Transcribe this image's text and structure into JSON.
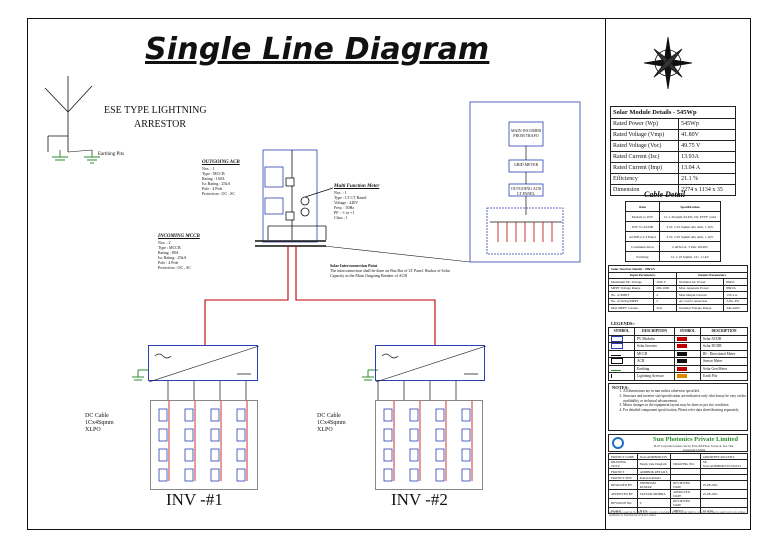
{
  "title": "Single Line Diagram",
  "arrestor": {
    "label_line1": "ESE TYPE LIGHTNING",
    "label_line2": "ARRESTOR",
    "earthing": "Earthing Pits"
  },
  "outgoing_acb": {
    "heading": "OUTGOING ACB",
    "rows": [
      "Nos.  : 1",
      "Type  : MCCB",
      "Rating  : 160A",
      "Isc Rating : 25kA",
      "Pole  : 4 Pole",
      "Protection : OC , SC"
    ]
  },
  "incoming_mccb": {
    "heading": "INCOMING MCCB",
    "rows": [
      "Nos.  : 2",
      "Type  : MCCB",
      "Rating  : 80A",
      "Isc Rating : 25kA",
      "Pole  : 4 Pole",
      "Protection : OC , SC"
    ]
  },
  "meter": {
    "heading": "Multi Function Meter",
    "rows": [
      "Nos.  : 1",
      "Type  : LT CT Based",
      "Voltage  : 240V",
      "Freq.  : 50Hz",
      "PF  : -1 to +1",
      "Class  : 1"
    ]
  },
  "grid_boxes": [
    "MAIN INCOMER FROM TRAFO",
    "GRID METER",
    "OUTGOING ACB LT PANEL"
  ],
  "solar_point": "Solar Interconnection Point",
  "solar_point_note": "The interconnection shall be done on Bus Bar of LT Panel. Busbar of Solar Capacity as the Main Outgoing Breaker of ACB",
  "inverters": [
    {
      "label": "INV -#1",
      "cable": [
        "DC Cable",
        "1Cx4Sqmm",
        "XLPO"
      ]
    },
    {
      "label": "INV -#2",
      "cable": [
        "DC Cable",
        "1Cx4Sqmm",
        "XLPO"
      ]
    }
  ],
  "module": {
    "heading_prefix": "So",
    "heading": "lar Module Details - 545Wp",
    "rows": [
      [
        "Rated Power (Wp)",
        "545Wp"
      ],
      [
        "Rated Voltage (Vmp)",
        "41.80V"
      ],
      [
        "Rated Vo",
        "ltage (Voc)",
        "49.75 V"
      ],
      [
        "Rated Current (Isc)",
        "13.93A"
      ],
      [
        "Rated Current (Imp)",
        "13.04 A"
      ],
      [
        "Efficiency",
        "21.1 %"
      ],
      [
        "Dimension",
        "2274 x 1134 x 35"
      ]
    ]
  },
  "cable": {
    "heading": "Cable Detail",
    "cols": [
      "Run",
      "Specification"
    ],
    "rows": [
      [
        "Module to INV",
        "1C x 4Sqmm XLPO, DC PVFF rated"
      ],
      [
        "INV To ACDB",
        "3.5C x 25 Sqmm Alu Arm, 1.1kV"
      ],
      [
        "ACDB to LT Panel",
        "3.5C x 95 Sqmm Alu Arm, 1.1kV"
      ],
      [
        "Communication",
        "CAT6/Cat. 5 Pair, RS485"
      ],
      [
        "Earthing",
        "1C x 16 Sqmm, CU, 1.1kV"
      ]
    ]
  },
  "inverter_details": {
    "heading": "Solar Inverter Details - 80kVA",
    "cols": [
      "Input Parameters",
      "Output Parameters"
    ],
    "rows": [
      [
        "Maximum DC Voltage",
        "1100 V",
        "Nominal AC Power",
        "80kW"
      ],
      [
        "MPPT Voltage Range",
        "200-1000",
        "Max. Apparent Power",
        "88kVA"
      ],
      [
        "No. of MPPT",
        "4",
        "Max Output Current",
        "133.4 A"
      ],
      [
        "No. of String/MPPT",
        "2",
        "AC Grid Connection",
        "3-Ph, 4W"
      ],
      [
        "Max MPPT Current",
        "32A",
        "Nominal Voltage Range",
        "340-440V"
      ]
    ]
  },
  "legends": {
    "heading": "LEGENDS:-",
    "cols": [
      "SYMBOL",
      "DESCRIPTION",
      "SYMBOL",
      "DESCRIPTION"
    ],
    "left": [
      "PV Modules",
      "Solar Inverter",
      "MCCB",
      "ACB",
      "Earthing",
      "Lightning Arrestor"
    ],
    "right": [
      "Solar ACDB",
      "Solar DCDB",
      "BI - Directional Meter",
      "Sensor Meter",
      "Solar Gen Meter",
      "Earth Pits"
    ]
  },
  "notes": {
    "heading": "NOTES:",
    "items": [
      "All dimensions are in mm unless otherwise specified.",
      "Structure and inverter size/specification are indicative only which may be vary on the availability or technical advancement.",
      "Minor changes in the equipment layout may be done as per site condition.",
      "For detailed component specification, Please refer data sheet/drawing separately."
    ]
  },
  "company": {
    "name": "Sun Photonics Private Limited",
    "address": "B-47 Corporate Greens, Sector 67A, 8th Floor, Tower A, Sec-74A, Gurugram 122004"
  },
  "title_block": [
    [
      "PROJECT CODE",
      "SGG/ADMBOK/ITS",
      "",
      "GRIDMTBY/2021/MTL"
    ],
    [
      "DRAWING TITLE",
      "Single Line Diagram",
      "DRAWING NO.",
      "SP-SGG/ADMBOK/ITS/SLD/01"
    ],
    [
      "PROJECT",
      "ADMBOK RETAILS",
      "",
      " "
    ],
    [
      "PROJECT SITE",
      "KALKA ROAD",
      "",
      ""
    ],
    [
      "DESIGNED BY",
      "SHUBHAM KUMAR",
      "REVIEWED DATE",
      "25-08-2021"
    ],
    [
      "APPROVED BY",
      "SATYAM MISHRA",
      "APPROVED DATE",
      "25-08-2021"
    ],
    [
      "REVISION NO.",
      "0",
      "REVIEWED DATE",
      ""
    ],
    [
      "SCALE",
      "N.T.S",
      "SHEET",
      "01 of 01"
    ]
  ],
  "footer_note": "All rights are reserved. No third party contents or document in this drawing shall be copied or disclosed or used in any way without permission of Sun Photonics Private Limited.",
  "colors": {
    "red": "#c00000",
    "blue": "#2a3fb0",
    "green": "#2e8b2e"
  }
}
